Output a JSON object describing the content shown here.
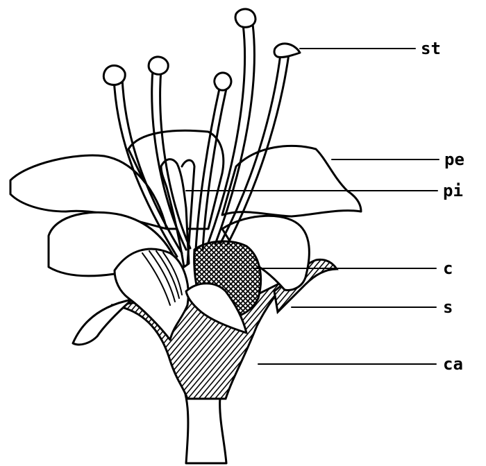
{
  "labels": {
    "st": "st",
    "pe": "pe",
    "pi": "pi",
    "c": "c",
    "s": "s",
    "ca": "ca"
  },
  "colors": {
    "ink": "#000000",
    "paper": "#ffffff"
  }
}
